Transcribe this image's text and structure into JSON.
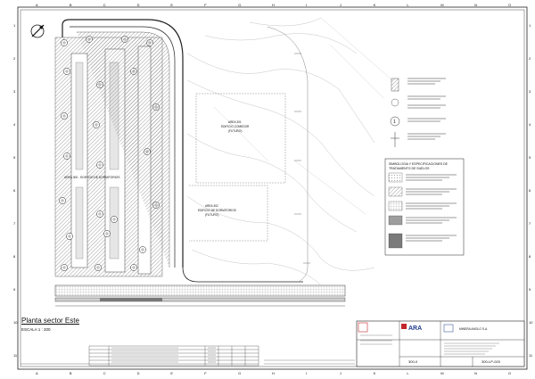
{
  "grid": {
    "columns": [
      "A",
      "B",
      "C",
      "D",
      "E",
      "F",
      "G",
      "H",
      "I",
      "J",
      "K",
      "L",
      "M",
      "N",
      "O"
    ],
    "rows": [
      "1",
      "2",
      "3",
      "4",
      "5",
      "6",
      "7",
      "8",
      "9",
      "10",
      "11"
    ]
  },
  "plan": {
    "title": "Planta sector Este",
    "scale": "ESCALA 1 : 200",
    "area_300_label": "AREA 300 - EDIFICIO DE DORMITORIOS",
    "area_301": {
      "line1": "AREA 301",
      "line2": "EDIFICIO COMEDOR",
      "line3": "(FUTURO)"
    },
    "area_302": {
      "line1": "AREA 302",
      "line2": "EDIFICIO DE DORMITORIOS",
      "line3": "(FUTURO)"
    }
  },
  "legend": {
    "title_line1": "SIMBOLOGIA Y ESPECIFICACIONES DE",
    "title_line2": "TRATAMIENTO DE SUELOS"
  },
  "title_block": {
    "company_logo": "ARA",
    "client": "MINERA ANGLO S.A.",
    "sheet_code": "300-LP-003",
    "sheet_prefix": "300-0"
  },
  "colors": {
    "line": "#222222",
    "hatch": "#9a9a9a",
    "dark_hatch": "#6e6e6e",
    "logo_red": "#c1272d",
    "logo_blue": "#1f3d8a"
  }
}
